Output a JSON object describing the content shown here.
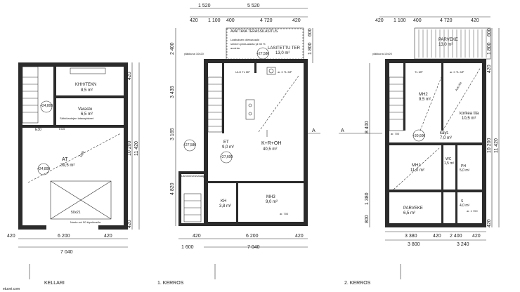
{
  "floors": [
    {
      "id": "kellari",
      "title": "KELLARI",
      "dims_top": [],
      "dims_bottom": [
        "420",
        "6 200",
        "420",
        "7 040"
      ],
      "dims_right": [
        "420",
        "10 200",
        "420",
        "11 420"
      ],
      "rooms": [
        {
          "name": "KHH/TEKN",
          "area": "8,5 m²"
        },
        {
          "name": "Varasto",
          "area": "6,5 m²"
        },
        {
          "name": "AT",
          "area": "39,5 m²"
        }
      ],
      "notes": [
        "Sähköautojen latauspisteet",
        "50x21",
        "Nosto-ovi 50 kiyntiovella",
        "E30",
        "E30",
        "EI15",
        "10x21"
      ],
      "levels": [
        "+24,800",
        "+24,800"
      ]
    },
    {
      "id": "kerros1",
      "title": "1. KERROS",
      "dims_top": [
        "1 520",
        "5 520",
        "420",
        "1 100",
        "400",
        "4 720",
        "420"
      ],
      "dims_bottom": [
        "420",
        "6 200",
        "420",
        "1 600",
        "7 040"
      ],
      "dims_left": [
        "2 400",
        "3 435",
        "3 165",
        "4 820"
      ],
      "dims_right": [
        "1 800",
        "600"
      ],
      "rooms": [
        {
          "name": "LASITETTU TER",
          "area": "13,0 m²"
        },
        {
          "name": "ET",
          "area": "9,0 m²"
        },
        {
          "name": "K+R+OH",
          "area": "40,5 m²"
        },
        {
          "name": "MH3",
          "area": "9,0 m²"
        },
        {
          "name": "KH",
          "area": "3,8 m²"
        }
      ],
      "notes": [
        "AVATTAVA TERASSILASITUS",
        "Lasituksen ollessa auki",
        "seinien pinta-alasta yli 30 %",
        "avointa",
        "yläkkuna 10x20",
        "ULO TL MP",
        "ar. 0 TL MP",
        "Lämminvesivaraaja",
        "ar. 700"
      ],
      "levels": [
        "+27,580",
        "+27,580",
        "+27,600"
      ]
    },
    {
      "id": "kerros2",
      "title": "2. KERROS",
      "dims_top": [
        "420",
        "1 100",
        "400",
        "4 720",
        "420"
      ],
      "dims_bottom": [
        "3 380",
        "420",
        "2 400",
        "420",
        "3 800",
        "3 240"
      ],
      "dims_left": [
        "8 400",
        "1 380",
        "800"
      ],
      "dims_right": [
        "1 800",
        "600",
        "420",
        "10 200",
        "11 420",
        "420"
      ],
      "rooms": [
        {
          "name": "PARVEKE",
          "area": "13,0 m²"
        },
        {
          "name": "MH2",
          "area": "9,5 m²"
        },
        {
          "name": "korkea tila",
          "area": "10,5 m²"
        },
        {
          "name": "käyt.",
          "area": "7,0 m²"
        },
        {
          "name": "MH1",
          "area": "11,0 m²"
        },
        {
          "name": "WC",
          "area": "1,5 m²"
        },
        {
          "name": "PH",
          "area": "5,0 m²"
        },
        {
          "name": "S",
          "area": "4,0 m²"
        },
        {
          "name": "PARVEKE",
          "area": "6,5 m²"
        }
      ],
      "notes": [
        "TL MP",
        "ar. 0 TL MP",
        "yläkkuna 10x20",
        "ar. 1 700",
        "ar. 700",
        "Auki tila"
      ],
      "levels": [
        "+30,600"
      ]
    }
  ],
  "section_marks": [
    "A",
    "A"
  ],
  "watermark": "etuovi.com"
}
